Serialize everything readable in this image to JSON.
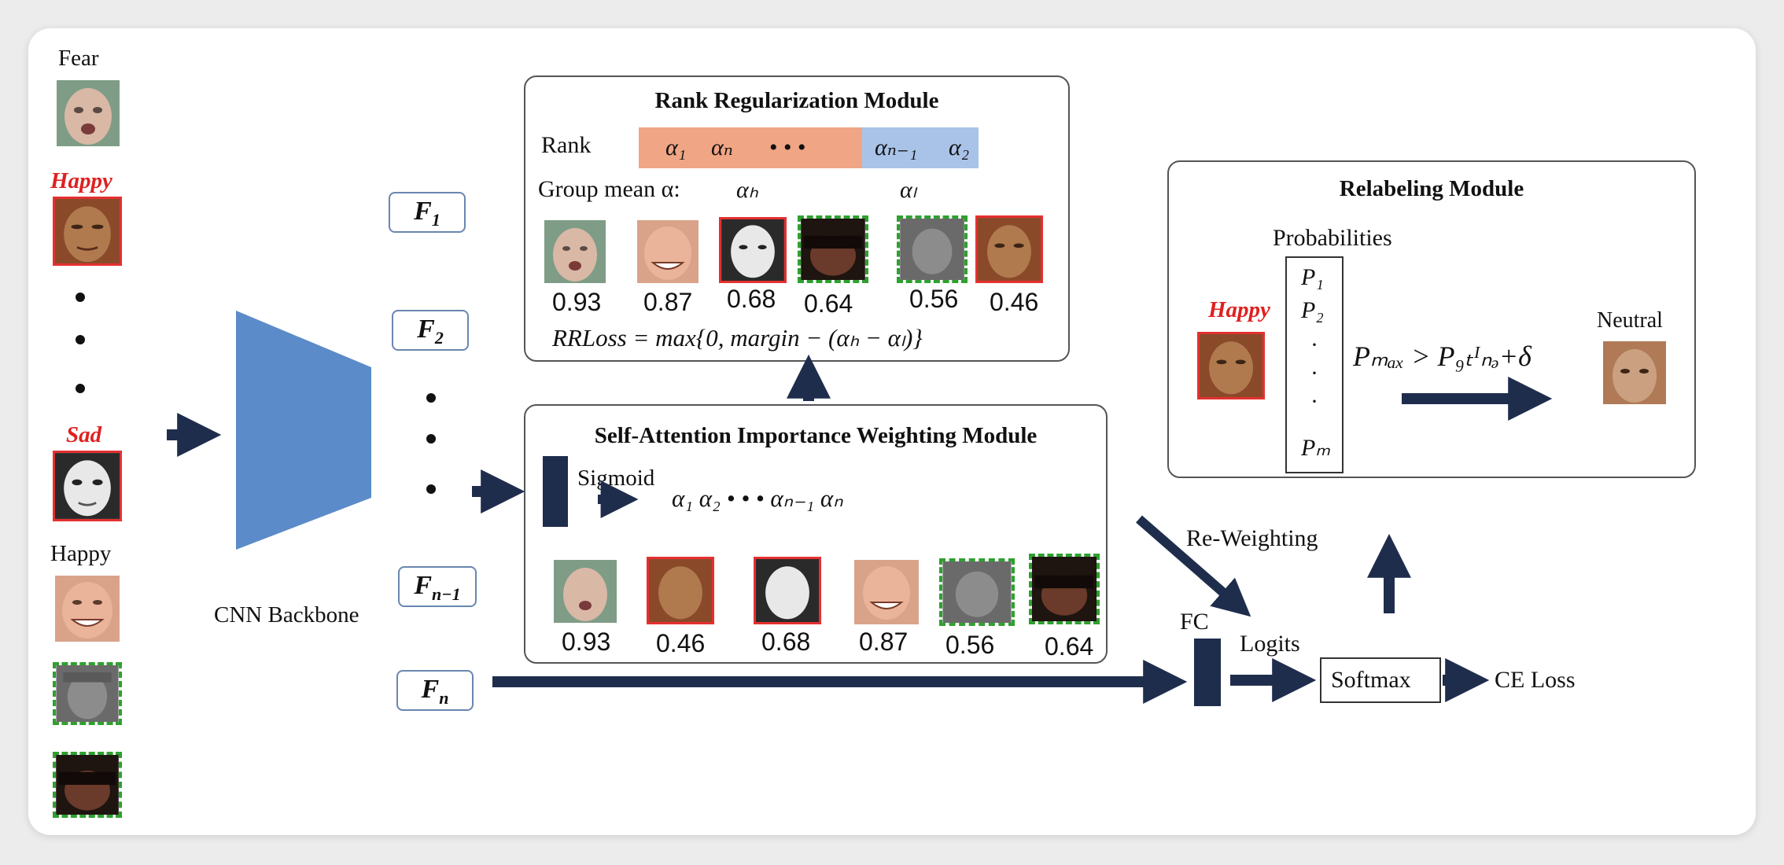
{
  "left_column": {
    "fear_label": "Fear",
    "happy_label_red": "Happy",
    "sad_label_red": "Sad",
    "happy_label": "Happy",
    "cnn_label": "CNN Backbone"
  },
  "features": {
    "f1": "F",
    "f1_sub": "1",
    "f2": "F",
    "f2_sub": "2",
    "fn1": "F",
    "fn1_sub": "n−1",
    "fn": "F",
    "fn_sub": "n"
  },
  "rank_module": {
    "title": "Rank Regularization Module",
    "rank_label": "Rank",
    "rank_cells_high": [
      "α₁",
      "αₙ",
      "•  •  •"
    ],
    "rank_cells_low": [
      "αₙ₋₁",
      "α₂"
    ],
    "group_mean_label": "Group mean α:",
    "alpha_h": "αₕ",
    "alpha_l": "αₗ",
    "scores": [
      "0.93",
      "0.87",
      "0.68",
      "0.64",
      "0.56",
      "0.46"
    ],
    "loss_formula": "RRLoss = max{0,  margin − (αₕ − αₗ)}"
  },
  "sa_module": {
    "title": "Self-Attention Importance Weighting Module",
    "sigmoid_label": "Sigmoid",
    "alphas": "α₁   α₂      •  •  •   αₙ₋₁   αₙ",
    "scores": [
      "0.93",
      "0.46",
      "0.68",
      "0.87",
      "0.56",
      "0.64"
    ]
  },
  "relabel_module": {
    "title": "Relabeling Module",
    "probabilities_label": "Probabilities",
    "happy_label": "Happy",
    "neutral_label": "Neutral",
    "probs": [
      "P₁",
      "P₂",
      "·",
      "·",
      "·",
      "Pₘ"
    ],
    "condition": "Pₘₐₓ > P₉ₜᴵₙₔ+δ"
  },
  "flow": {
    "fc_label": "FC",
    "logits_label": "Logits",
    "softmax_label": "Softmax",
    "ce_loss_label": "CE Loss",
    "reweighting_label": "Re-Weighting"
  },
  "colors": {
    "arrow": "#1f2d4d",
    "trapezoid": "#5b8bc9",
    "rank_high_bg": "#f0a584",
    "rank_low_bg": "#a9c3e8",
    "red_label": "#e02020",
    "green_dash": "#2fa02f",
    "red_border": "#e53030"
  }
}
